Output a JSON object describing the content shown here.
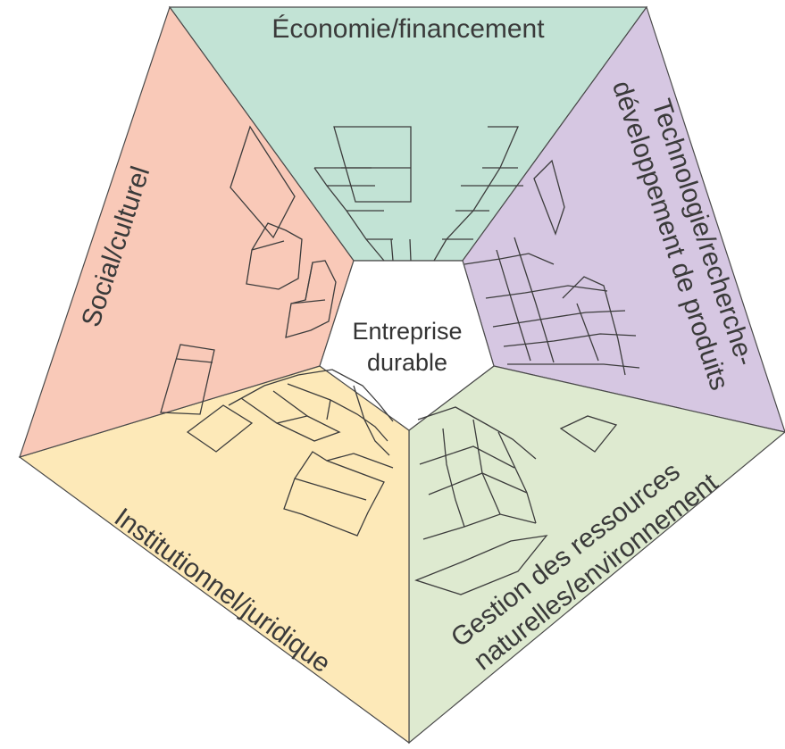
{
  "center": {
    "line1": "Entreprise",
    "line2": "durable"
  },
  "segments": {
    "top": {
      "label": "Économie/financement",
      "color": "#c2e3d5"
    },
    "right": {
      "line1": "Technologie/recherche-",
      "line2": "développement de produits",
      "color": "#d6c7e2"
    },
    "bottom_right": {
      "line1": "Gestion des ressources",
      "line2": "naturelles/environnement",
      "color": "#deead0"
    },
    "bottom_left": {
      "label": "Institutionnel/juridique",
      "color": "#fde9b8"
    },
    "left": {
      "label": "Social/culturel",
      "color": "#f9c9b8"
    }
  }
}
